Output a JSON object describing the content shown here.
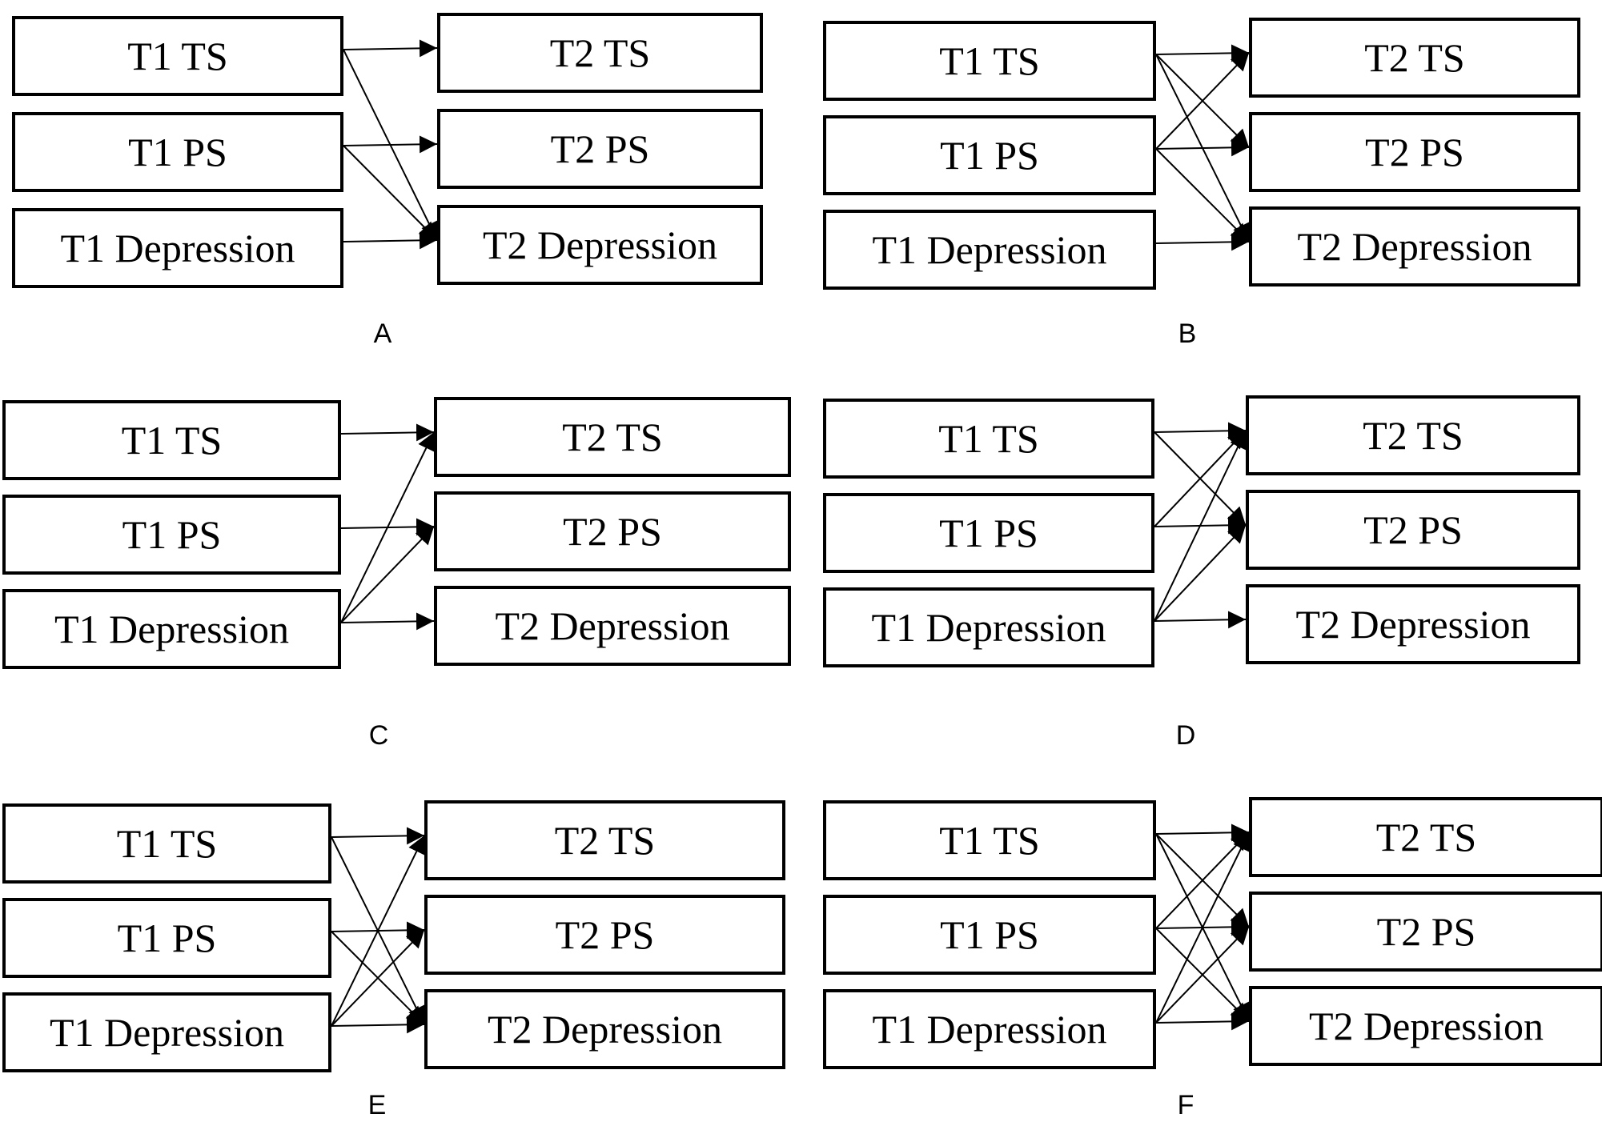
{
  "panels": [
    {
      "label": "A",
      "left": [
        "T1 TS",
        "T1 PS",
        "T1 Depression"
      ],
      "right": [
        "T2 TS",
        "T2 PS",
        "T2 Depression"
      ],
      "paths": [
        [
          0,
          0
        ],
        [
          0,
          2
        ],
        [
          1,
          1
        ],
        [
          1,
          2
        ],
        [
          2,
          2
        ]
      ]
    },
    {
      "label": "B",
      "left": [
        "T1 TS",
        "T1 PS",
        "T1 Depression"
      ],
      "right": [
        "T2 TS",
        "T2 PS",
        "T2 Depression"
      ],
      "paths": [
        [
          0,
          0
        ],
        [
          0,
          1
        ],
        [
          0,
          2
        ],
        [
          1,
          0
        ],
        [
          1,
          1
        ],
        [
          1,
          2
        ],
        [
          2,
          2
        ]
      ]
    },
    {
      "label": "C",
      "left": [
        "T1 TS",
        "T1 PS",
        "T1 Depression"
      ],
      "right": [
        "T2 TS",
        "T2 PS",
        "T2 Depression"
      ],
      "paths": [
        [
          0,
          0
        ],
        [
          1,
          1
        ],
        [
          2,
          0
        ],
        [
          2,
          1
        ],
        [
          2,
          2
        ]
      ]
    },
    {
      "label": "D",
      "left": [
        "T1 TS",
        "T1 PS",
        "T1 Depression"
      ],
      "right": [
        "T2 TS",
        "T2 PS",
        "T2 Depression"
      ],
      "paths": [
        [
          0,
          0
        ],
        [
          0,
          1
        ],
        [
          1,
          0
        ],
        [
          1,
          1
        ],
        [
          2,
          0
        ],
        [
          2,
          1
        ],
        [
          2,
          2
        ]
      ]
    },
    {
      "label": "E",
      "left": [
        "T1 TS",
        "T1 PS",
        "T1 Depression"
      ],
      "right": [
        "T2 TS",
        "T2 PS",
        "T2 Depression"
      ],
      "paths": [
        [
          0,
          0
        ],
        [
          0,
          2
        ],
        [
          1,
          1
        ],
        [
          1,
          2
        ],
        [
          2,
          0
        ],
        [
          2,
          1
        ],
        [
          2,
          2
        ]
      ]
    },
    {
      "label": "F",
      "left": [
        "T1 TS",
        "T1 PS",
        "T1 Depression"
      ],
      "right": [
        "T2 TS",
        "T2 PS",
        "T2 Depression"
      ],
      "paths": [
        [
          0,
          0
        ],
        [
          0,
          1
        ],
        [
          0,
          2
        ],
        [
          1,
          0
        ],
        [
          1,
          1
        ],
        [
          1,
          2
        ],
        [
          2,
          0
        ],
        [
          2,
          1
        ],
        [
          2,
          2
        ]
      ]
    }
  ]
}
